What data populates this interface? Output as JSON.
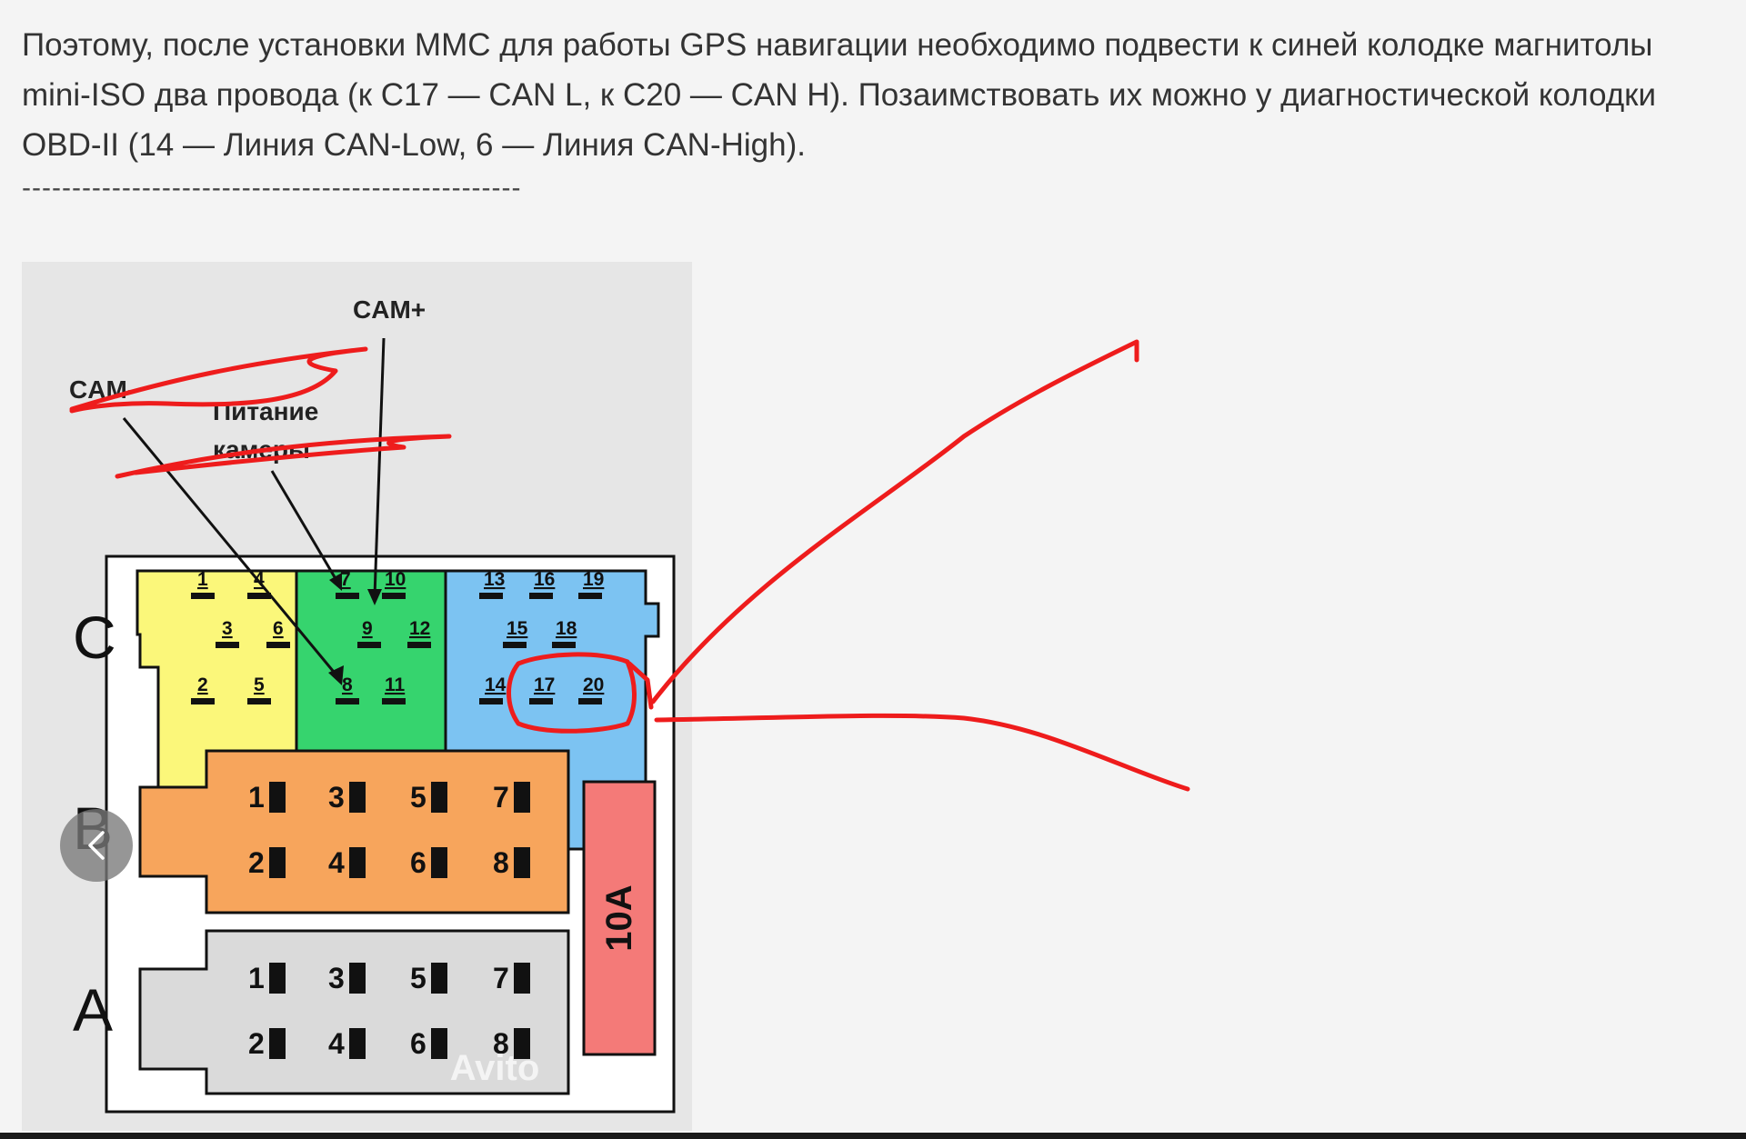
{
  "article": {
    "cut_line": "",
    "paragraphs": [
      "Поэтому, после установки ММС для работы GPS навигации необходимо подвести к синей колодке магнитолы mini-ISO два провода (к C17 — CAN L, к C20 — CAN H). Позаимствовать их можно у диагностической колодки OBD-II (14 — Линия CAN-Low, 6 — Линия CAN-High)."
    ],
    "divider": "--------------------------------------------------"
  },
  "diagram": {
    "labels": {
      "cam_plus": "CAM+",
      "cam_minus": "CAM-",
      "power_line1": "Питание",
      "power_line2": "камеры"
    },
    "row_letters": {
      "c": "C",
      "b": "B",
      "a": "A"
    },
    "fuse_label": "10A",
    "watermark": "Avito",
    "connector_c": {
      "yellow": [
        "1",
        "4",
        "3",
        "6",
        "2",
        "5"
      ],
      "green": [
        "7",
        "10",
        "9",
        "12",
        "8",
        "11"
      ],
      "blue": [
        "13",
        "16",
        "19",
        "15",
        "18",
        "14",
        "17",
        "20"
      ]
    },
    "connector_b": [
      "1",
      "3",
      "5",
      "7",
      "2",
      "4",
      "6",
      "8"
    ],
    "connector_a": [
      "1",
      "3",
      "5",
      "7",
      "2",
      "4",
      "6",
      "8"
    ],
    "colors": {
      "yellow": "#fbf77a",
      "green": "#36d46e",
      "blue": "#7cc3f2",
      "orange": "#f7a55c",
      "gray": "#dadada",
      "fuse": "#f47a78",
      "annotation": "#ee1c1c"
    }
  },
  "navigation": {
    "back_icon": "chevron-left-icon"
  }
}
